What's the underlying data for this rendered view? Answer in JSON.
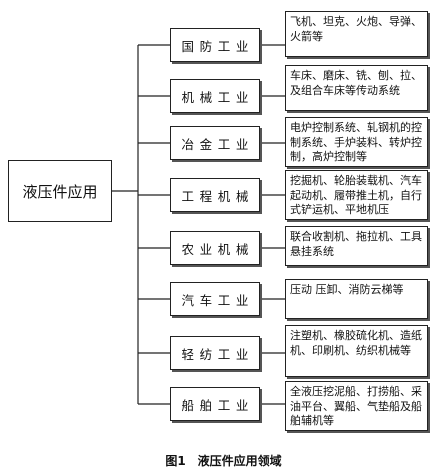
{
  "root": "液压件应用",
  "rows": [
    {
      "industry": "国防工业",
      "desc": "飞机、坦克、火炮、导弹、火箭等"
    },
    {
      "industry": "机械工业",
      "desc": "车床、磨床、铣、刨、拉、及组合车床等传动系统"
    },
    {
      "industry": "冶金工业",
      "desc": "电炉控制系统、轧钢机的控制系统、手炉装料、转炉控制，高炉控制等"
    },
    {
      "industry": "工程机械",
      "desc": "挖掘机、轮胎装载机、汽车起动机、履带推土机，自行式铲运机、平地机压"
    },
    {
      "industry": "农业机械",
      "desc": "联合收割机、拖拉机、工具悬挂系统"
    },
    {
      "industry": "汽车工业",
      "desc": "压动 压卸、消防云梯等"
    },
    {
      "industry": "轻纺工业",
      "desc": "注塑机、橡胶硫化机、造纸机、印刷机、纺织机械等"
    },
    {
      "industry": "船舶工业",
      "desc": "全液压挖泥船、打捞船、采油平台、翼船、气垫船及船舶辅机等"
    }
  ],
  "caption": "图1　液压件应用领域"
}
